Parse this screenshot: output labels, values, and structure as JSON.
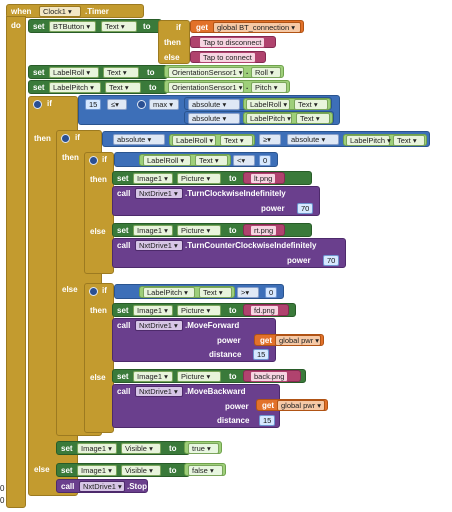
{
  "colors": {
    "event": "#c39b2f",
    "control": "#c39b2f",
    "if_block": "#4a6fbd",
    "setter": "#3a7a3a",
    "getter_property": "#9ecf7a",
    "math": "#3d6fb8",
    "text": "#b0436e",
    "variable": "#e2712a",
    "procedure_call": "#6a3f8d"
  },
  "event": {
    "when": "when",
    "component": "Clock1",
    "event_name": ".Timer",
    "do": "do"
  },
  "kw": {
    "set": "set",
    "to": "to",
    "if": "if",
    "then": "then",
    "else": "else",
    "get": "get",
    "call": "call",
    "max": "max",
    "absolute": "absolute",
    "dd": "▾",
    "dot": "."
  },
  "bt": {
    "target": "BTButton",
    "prop": "Text",
    "var": "global BT_connection",
    "then_text": "Tap to disconnect",
    "else_text": "Tap to connect"
  },
  "roll": {
    "target": "LabelRoll",
    "prop": "Text",
    "src": "OrientationSensor1",
    "src_prop": "Roll"
  },
  "pitch": {
    "target": "LabelPitch",
    "prop": "Text",
    "src": "OrientationSensor1",
    "src_prop": "Pitch"
  },
  "cond1": {
    "num": "15",
    "op": "≤",
    "a": "LabelRoll",
    "b": "LabelPitch",
    "prop": "Text"
  },
  "cond2": {
    "a": "LabelRoll",
    "op": "≥",
    "b": "LabelPitch",
    "prop": "Text"
  },
  "cond3": {
    "label": "LabelRoll",
    "prop": "Text",
    "op": "<",
    "num": "0"
  },
  "lt_branch": {
    "image": "Image1",
    "prop": "Picture",
    "file": "lt.png",
    "drive": "NxtDrive1",
    "method": ".TurnClockwiseIndefinitely",
    "param": "power",
    "value": "70"
  },
  "rt_branch": {
    "image": "Image1",
    "prop": "Picture",
    "file": "rt.png",
    "drive": "NxtDrive1",
    "method": ".TurnCounterClockwiseIndefinitely",
    "param": "power",
    "value": "70"
  },
  "cond4": {
    "label": "LabelPitch",
    "prop": "Text",
    "op": ">",
    "num": "0"
  },
  "fd_branch": {
    "image": "Image1",
    "prop": "Picture",
    "file": "fd.png",
    "drive": "NxtDrive1",
    "method": ".MoveForward",
    "p1": "power",
    "var": "global pwr",
    "p2": "distance",
    "dist": "15"
  },
  "back_branch": {
    "image": "Image1",
    "prop": "Picture",
    "file": "back.png",
    "drive": "NxtDrive1",
    "method": ".MoveBackward",
    "p1": "power",
    "var": "global pwr",
    "p2": "distance",
    "dist": "15"
  },
  "vis_true": {
    "target": "Image1",
    "prop": "Visible",
    "value": "true"
  },
  "vis_false": {
    "target": "Image1",
    "prop": "Visible",
    "value": "false"
  },
  "stop": {
    "drive": "NxtDrive1",
    "method": ".Stop"
  },
  "corner": {
    "top": "0",
    "bottom": "0"
  }
}
